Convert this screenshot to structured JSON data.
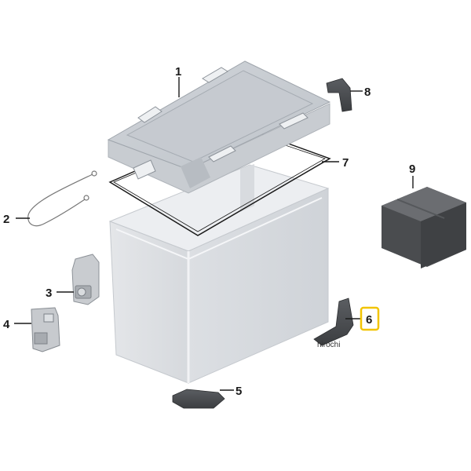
{
  "diagram": {
    "callouts": [
      {
        "number": "1"
      },
      {
        "number": "2"
      },
      {
        "number": "3"
      },
      {
        "number": "4"
      },
      {
        "number": "5"
      },
      {
        "number": "6"
      },
      {
        "number": "7"
      },
      {
        "number": "8"
      },
      {
        "number": "9"
      }
    ],
    "highlighted_callout": "6",
    "highlight_color": "#f2c400",
    "watermark": "hirochi"
  }
}
